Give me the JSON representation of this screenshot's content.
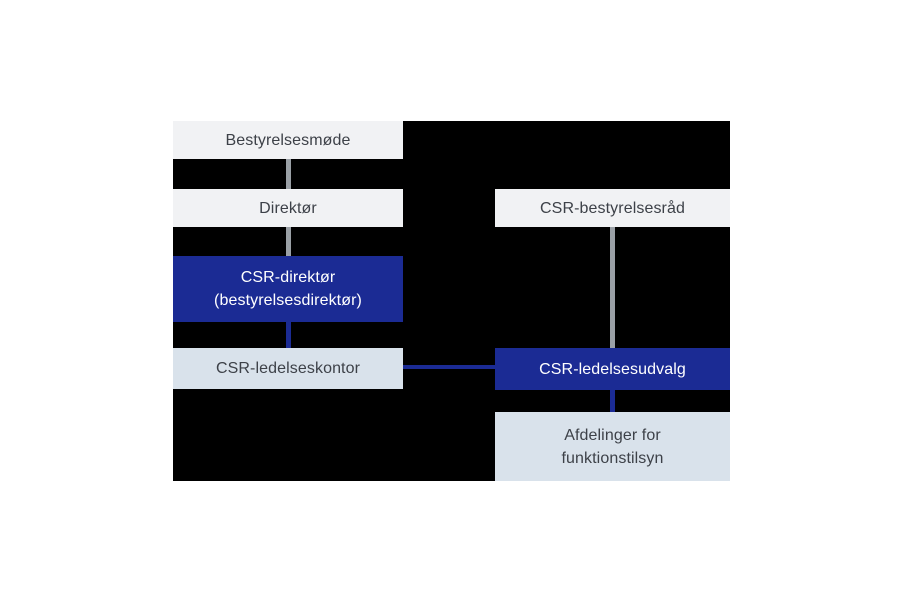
{
  "diagram": {
    "type": "org-chart",
    "language": "da",
    "colors": {
      "page_background": "#ffffff",
      "canvas_background": "#000000",
      "light_gray_box": "#f1f2f4",
      "light_blue_box": "#d9e2eb",
      "navy_box": "#1b2b94",
      "gray_connector": "#9aa0a6",
      "navy_connector": "#1b2b94",
      "dark_text": "#3d4148",
      "white_text": "#ffffff"
    },
    "nodes": {
      "bestyrelsesmode": {
        "label": "Bestyrelsesmøde"
      },
      "direktor": {
        "label": "Direktør"
      },
      "csr_direktor": {
        "line1": "CSR-direktør",
        "line2": "(bestyrelsesdirektør)"
      },
      "csr_ledelseskontor": {
        "label": "CSR-ledelseskontor"
      },
      "csr_bestyrelsesrad": {
        "label": "CSR-bestyrelsesråd"
      },
      "csr_ledelsesudvalg": {
        "label": "CSR-ledelsesudvalg"
      },
      "afdelinger": {
        "line1": "Afdelinger for",
        "line2": "funktionstilsyn"
      }
    },
    "connections": [
      {
        "from": "bestyrelsesmode",
        "to": "direktor",
        "style": "gray-vertical"
      },
      {
        "from": "direktor",
        "to": "csr_direktor",
        "style": "gray-vertical"
      },
      {
        "from": "csr_direktor",
        "to": "csr_ledelseskontor",
        "style": "navy-vertical"
      },
      {
        "from": "csr_bestyrelsesrad",
        "to": "csr_ledelsesudvalg",
        "style": "gray-vertical"
      },
      {
        "from": "csr_ledelsesudvalg",
        "to": "afdelinger",
        "style": "navy-vertical"
      },
      {
        "from": "csr_ledelseskontor",
        "to": "csr_ledelsesudvalg",
        "style": "navy-horizontal"
      }
    ]
  }
}
